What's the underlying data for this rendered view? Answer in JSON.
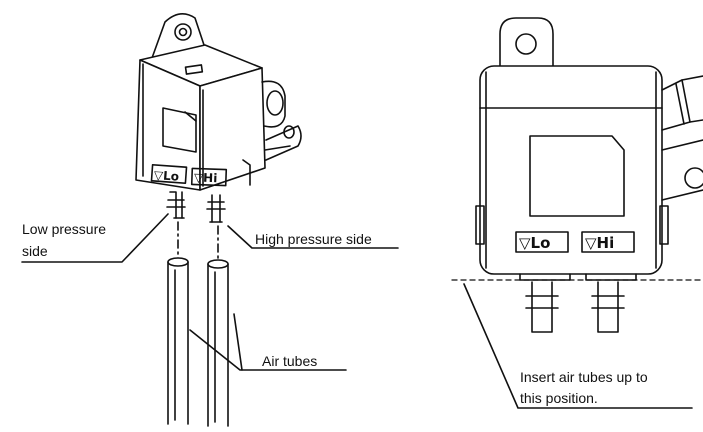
{
  "labels": {
    "low_pressure_line1": "Low pressure",
    "low_pressure_line2": "side",
    "high_pressure": "High pressure side",
    "air_tubes": "Air tubes",
    "insert_line1": "Insert air tubes up to",
    "insert_line2": "this position."
  },
  "ports": {
    "lo": "▽Lo",
    "hi": "▽Hi"
  },
  "colors": {
    "line": "#111111",
    "background": "#ffffff"
  }
}
